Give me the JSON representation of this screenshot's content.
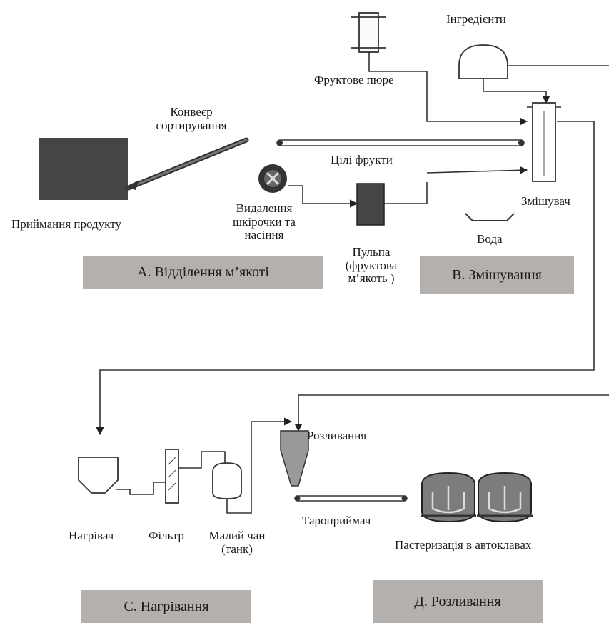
{
  "sections": {
    "a": "А. Відділення м’якоті",
    "b": "В. Змішування",
    "c": "С. Нагрівання",
    "d": "Д. Розливання"
  },
  "labels": {
    "ingredients": "Інгредієнти",
    "fruit_puree": "Фруктове пюре",
    "sorting_conveyor_line1": "Конвеєр",
    "sorting_conveyor_line2": "сортирування",
    "whole_fruits": "Цілі фрукти",
    "mixer": "Змішувач",
    "water": "Вода",
    "product_reception": "Приймання продукту",
    "peel_seed_removal_line1": "Видалення",
    "peel_seed_removal_line2": "шкірочки та",
    "peel_seed_removal_line3": "насіння",
    "pulp_line1": "Пульпа",
    "pulp_line2": "(фруктова",
    "pulp_line3": "м’якоть )",
    "bottling": "Розливання",
    "heater": "Нагрівач",
    "filter": "Фільтр",
    "small_tank_line1": "Малий чан",
    "small_tank_line2": "(танк)",
    "container_receiver": "Тароприймач",
    "autoclave_pasteurization": "Пастеризація в автоклавах"
  },
  "colors": {
    "equipment_dark": "#454545",
    "autoclave_body": "#7c7c7c",
    "section_banner": "#b3b0ad"
  },
  "icons": {
    "mixer": "mixer-column-icon",
    "peeler": "peeler-icon",
    "heater": "heater-hopper-icon",
    "autoclave": "autoclave-icon"
  }
}
